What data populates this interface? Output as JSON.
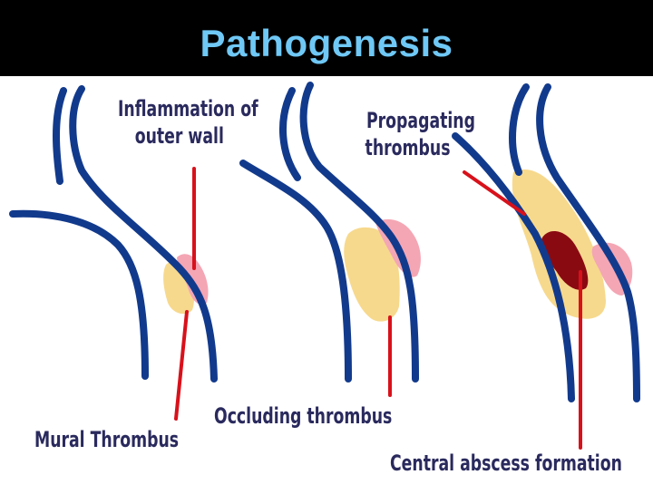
{
  "title": "Pathogenesis",
  "colors": {
    "title_bar": "#000000",
    "title_text": "#6fc8f5",
    "vessel": "#123a8c",
    "thrombus": "#f7d98d",
    "inflammation": "#f4a6b4",
    "abscess": "#8a0a12",
    "pointer": "#d8111b",
    "label_text": "#2a2a5e"
  },
  "labels": {
    "inflammation": [
      "Inflammation of",
      "outer wall"
    ],
    "mural": "Mural Thrombus",
    "occluding": "Occluding thrombus",
    "propagating": [
      "Propagating",
      "thrombus"
    ],
    "abscess": "Central abscess formation"
  }
}
